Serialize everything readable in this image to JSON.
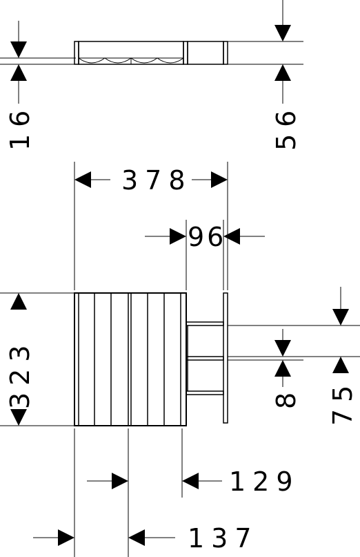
{
  "dimensions": {
    "top_left_thickness": "16",
    "top_right_height": "56",
    "overall_width": "378",
    "bracket_depth": "96",
    "height": "323",
    "spacing_small": "8",
    "spacing_large": "75",
    "offset_129": "129",
    "offset_137": "137"
  }
}
